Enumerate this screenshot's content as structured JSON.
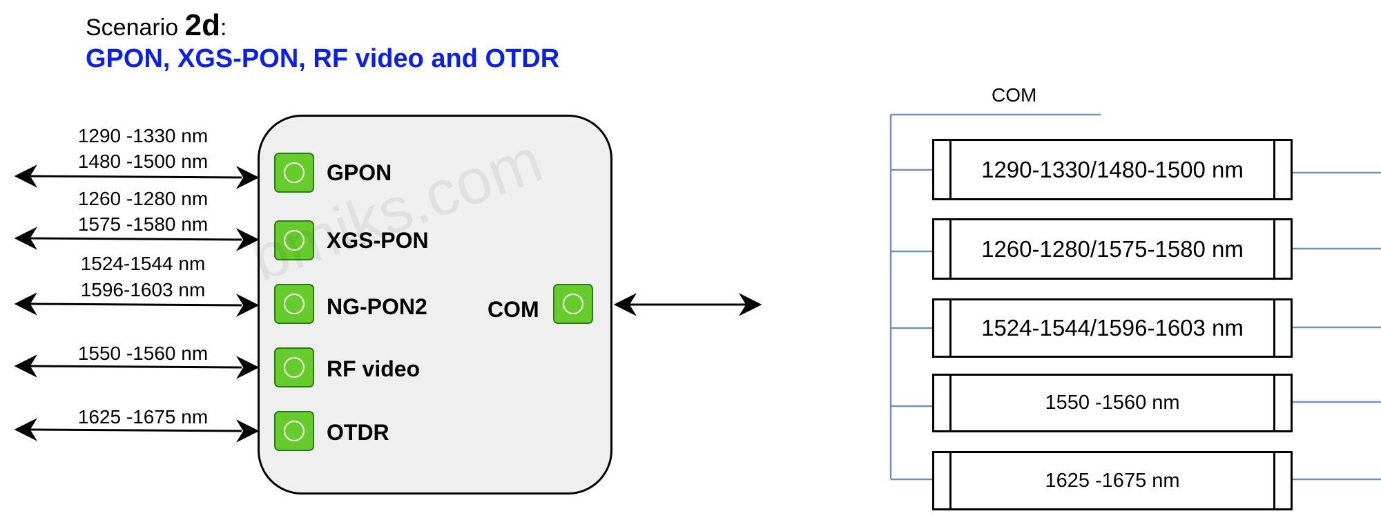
{
  "title": {
    "prefix": "Scenario ",
    "scenario_id": "2d",
    "suffix": ":",
    "subtitle": "GPON, XGS-PON, RF video and OTDR"
  },
  "left_wavelengths": {
    "gpon_1": "1290 -1330 nm",
    "gpon_2": "1480 -1500 nm",
    "xgs_1": "1260 -1280 nm",
    "xgs_2": "1575 -1580 nm",
    "ng_1": "1524-1544 nm",
    "ng_2": "1596-1603 nm",
    "rf": "1550 -1560 nm",
    "otdr": "1625 -1675 nm"
  },
  "ports": {
    "gpon": "GPON",
    "xgs": "XGS-PON",
    "ng": "NG-PON2",
    "rf": "RF video",
    "otdr": "OTDR",
    "com": "COM"
  },
  "watermark": "bmiks.com",
  "filter_diagram": {
    "com_label": "COM",
    "filters": [
      "1290-1330/1480-1500 nm",
      "1260-1280/1575-1580 nm",
      "1524-1544/1596-1603 nm",
      "1550 -1560 nm",
      "1625 -1675 nm"
    ]
  },
  "colors": {
    "port_fill": "#66cc2c",
    "subtitle": "#0a1fe8",
    "filter_lines": "#6f8fbf"
  }
}
